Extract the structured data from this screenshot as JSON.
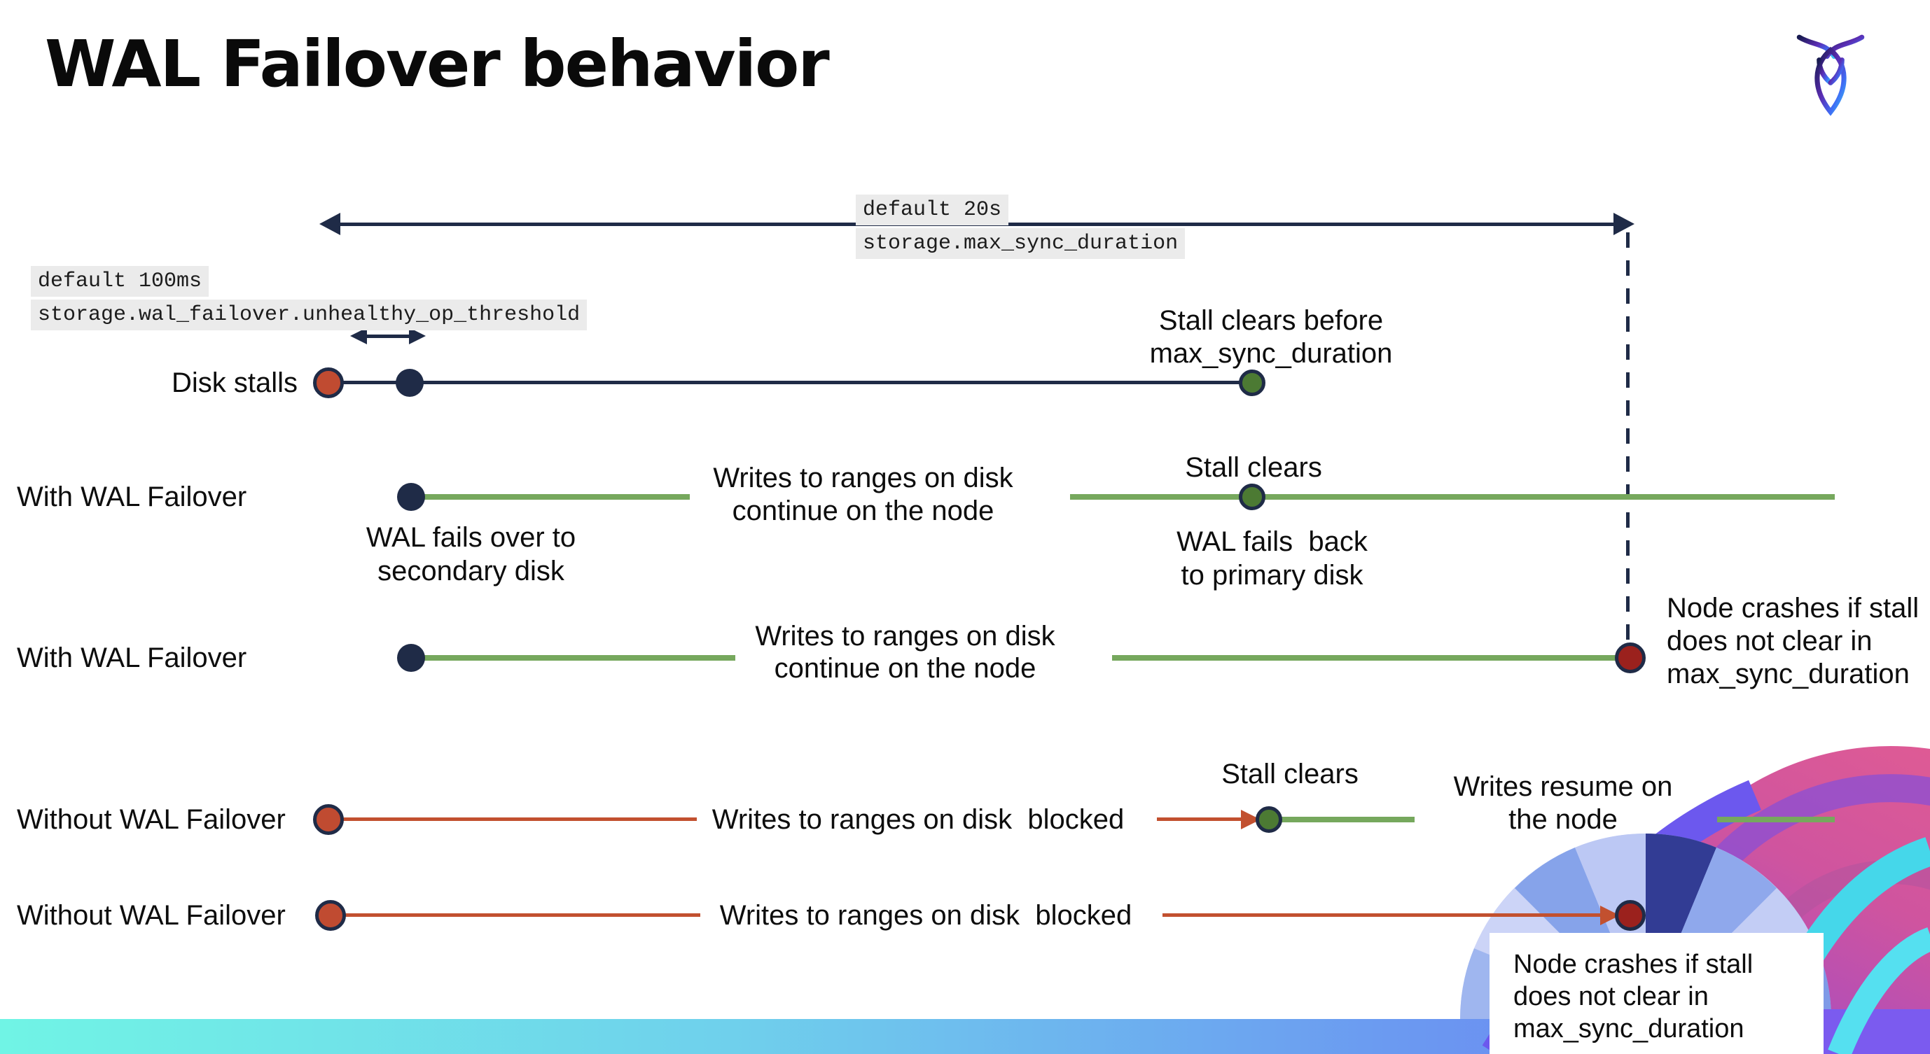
{
  "title": "WAL Failover behavior",
  "logo": "cockroachdb-logo",
  "colors": {
    "navy": "#1f2b47",
    "green-line": "#76a85d",
    "green-dot": "#4c7a33",
    "red": "#c2502f",
    "red-dot": "#c04b31",
    "dark-red": "#9b211d",
    "mono-bg": "#ebebeb",
    "text": "#111111",
    "bar-aqua": "#70f4e5",
    "bar-blue": "#6b9af1",
    "bar-indigo": "#6d74f3"
  },
  "settings": {
    "max_sync_duration": {
      "default_label": "default 20s",
      "name": "storage.max_sync_duration"
    },
    "unhealthy_op_threshold": {
      "default_label": "default 100ms",
      "name": "storage.wal_failover.unhealthy_op_threshold"
    }
  },
  "rows": {
    "disk_stalls": {
      "label": "Disk stalls",
      "stall_clears_note": "Stall clears before\nmax_sync_duration"
    },
    "with_wal_failover_1": {
      "label": "With WAL Failover",
      "writes_note": "Writes to ranges on disk\ncontinue on the node",
      "stall_clears_note": "Stall clears",
      "failover_note": "WAL fails over to\nsecondary disk",
      "failback_note": "WAL fails  back\nto primary disk"
    },
    "with_wal_failover_2": {
      "label": "With WAL Failover",
      "writes_note": "Writes to ranges on disk\ncontinue on the node",
      "crash_note": "Node crashes if stall\ndoes not clear in\nmax_sync_duration"
    },
    "without_wal_failover_1": {
      "label": "Without WAL Failover",
      "writes_note": "Writes to ranges on disk  blocked",
      "stall_clears_note": "Stall clears",
      "resume_note": "Writes resume on\nthe node"
    },
    "without_wal_failover_2": {
      "label": "Without WAL Failover",
      "writes_note": "Writes to ranges on disk  blocked",
      "crash_note": "Node crashes if stall\ndoes not clear in\nmax_sync_duration"
    }
  }
}
